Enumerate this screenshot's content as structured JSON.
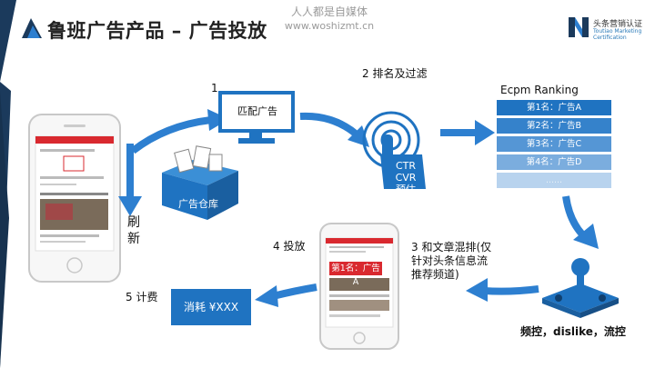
{
  "header": {
    "title": "鲁班广告产品 – 广告投放",
    "watermark_line1": "人人都是自媒体",
    "watermark_line2": "www.woshizmt.cn",
    "brand_name": "头条营销认证",
    "brand_sub1": "Toutiao Marketing",
    "brand_sub2": "Certification"
  },
  "steps": {
    "step1_num": "1",
    "match": "匹配广告",
    "warehouse": "广告仓库",
    "step2": "2   排名及过滤",
    "ctr": "CTR CVR",
    "estimate": "预估",
    "ecpm_title": "Ecpm Ranking",
    "ranks": [
      "第1名：广告A",
      "第2名：广告B",
      "第3名：广告C",
      "第4名：广告D",
      "......"
    ],
    "step3": [
      "3 和文章混排(仅",
      "针对头条信息流",
      "推荐频道)"
    ],
    "step4": "4 投放",
    "slot": "第1名：广告A",
    "step5": "5 计费",
    "consume": "消耗 ¥XXX",
    "refresh": [
      "刷",
      "新"
    ],
    "controls": "频控，dislike，流控"
  },
  "colors": {
    "accent": "#1f73c1",
    "dark_navy": "#1b3a5c",
    "arrow": "#2d7fd0"
  }
}
